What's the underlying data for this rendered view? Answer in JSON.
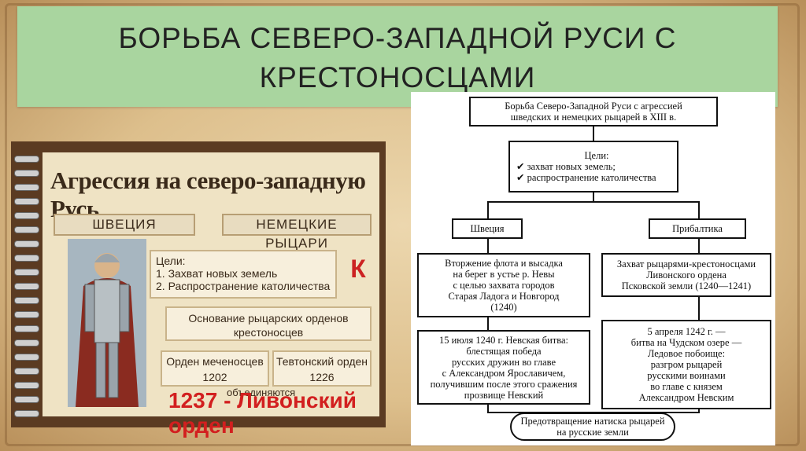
{
  "slide": {
    "title_line1": "БОРЬБА СЕВЕРО-ЗАПАДНОЙ РУСИ С",
    "title_line2": "КРЕСТОНОСЦАМИ"
  },
  "left_image": {
    "heading": "Агрессия на северо-западную Русь",
    "sweden": "ШВЕЦИЯ",
    "german_knights": "НЕМЕЦКИЕ РЫЦАРИ",
    "goals_label": "Цели:",
    "goal1": "1. Захват новых земель",
    "goal2": "2. Распространение католичества",
    "letter": "К",
    "orders_line1": "Основание рыцарских орденов",
    "orders_line2": "крестоносцев",
    "order1_name": "Орден меченосцев",
    "order1_year": "1202",
    "order2_name": "Тевтонский орден",
    "order2_year": "1226",
    "unite": "объединяются",
    "result": "1237 - Ливонский орден"
  },
  "diagram": {
    "top_line1": "Борьба Северо-Западной Руси с агрессией",
    "top_line2": "шведских и немецких рыцарей в XIII в.",
    "goals_label": "Цели:",
    "goal1": "захват новых земель;",
    "goal2": "распространение католичества",
    "sweden": "Швеция",
    "baltics": "Прибалтика",
    "sw1_l1": "Вторжение флота и высадка",
    "sw1_l2": "на берег в устье р. Невы",
    "sw1_l3": "с целью захвата городов",
    "sw1_l4": "Старая Ладога и Новгород",
    "sw1_l5": "(1240)",
    "bt1_l1": "Захват рыцарями-крестоносцами",
    "bt1_l2": "Ливонского ордена",
    "bt1_l3": "Псковской земли (1240—1241)",
    "sw2_l1": "15 июля 1240 г. Невская битва:",
    "sw2_l2": "блестящая победа",
    "sw2_l3": "русских дружин во главе",
    "sw2_l4": "с Александром Ярославичем,",
    "sw2_l5": "получившим после этого сражения",
    "sw2_l6": "прозвище Невский",
    "bt2_l1": "5 апреля 1242 г. —",
    "bt2_l2": "битва на Чудском озере —",
    "bt2_l3": "Ледовое побоище:",
    "bt2_l4": "разгром рыцарей",
    "bt2_l5": "русскими воинами",
    "bt2_l6": "во главе с князем",
    "bt2_l7": "Александром Невским",
    "final_l1": "Предотвращение натиска рыцарей",
    "final_l2": "на русские земли"
  }
}
